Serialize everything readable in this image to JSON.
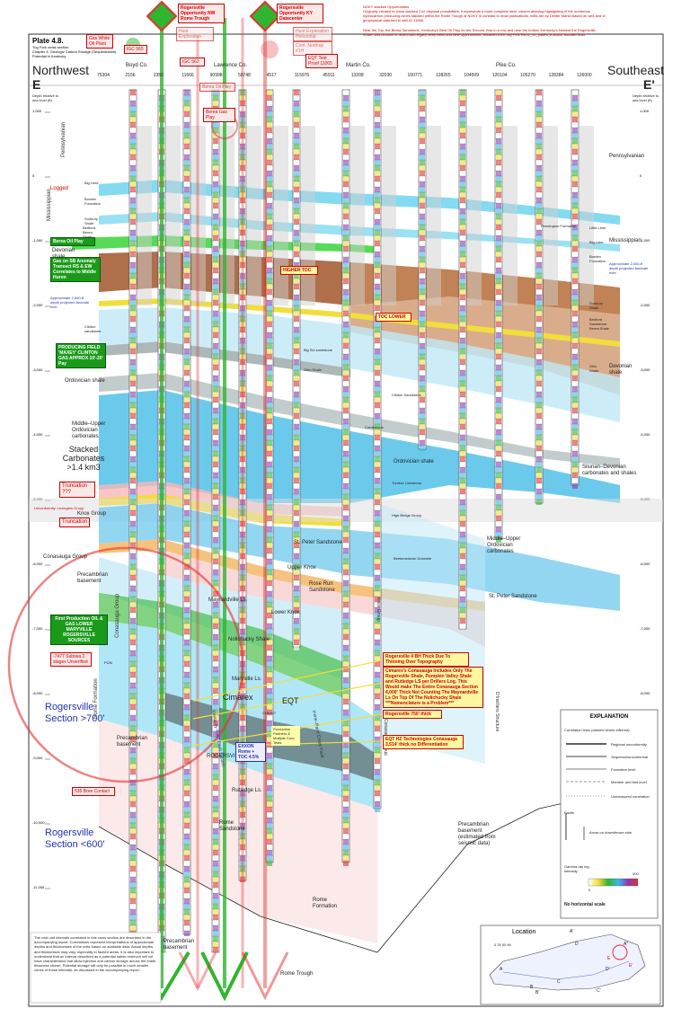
{
  "plate": {
    "title": "Plate 4.8.",
    "subtitle": "Tug Fork cross section.",
    "chapter": "Chapter 4: Geologic Carbon Storage (Sequestration) Potential in Kentucky"
  },
  "ends": {
    "left_dir": "Northwest",
    "left_letter": "E",
    "right_dir": "Southeast",
    "right_letter": "E'"
  },
  "depth_label": "Depth relative to sea level (ft)",
  "counties": [
    "Boyd Co.",
    "Lawrence Co.",
    "Martin Co.",
    "Pike Co."
  ],
  "well_ids": [
    "75304",
    "2156",
    "2350",
    "11666",
    "90998",
    "58748",
    "4517",
    "115976",
    "45911",
    "13208",
    "32030",
    "100771",
    "128265",
    "104509",
    "120104",
    "105270",
    "128384",
    "126000"
  ],
  "depth_ticks_left": [
    "1,000",
    "0",
    "-1,000",
    "-2,000",
    "-3,000",
    "-4,000",
    "-5,000",
    "-6,000",
    "-7,000",
    "-8,000",
    "-9,000",
    "-10,000",
    "-11,000"
  ],
  "notes_top": {
    "title": "NGKY stacked Opportunities",
    "body": "Originally created to show stacked Co2 disposal possibilities, it represents a more complete strat. column allowing highlighting of the numerous hydrocarbon producing zones stacked within the Rome Trough of NGKY in contrast to most publications. edits are by Dexter Marsh based on well and or geophysical data tied to well ID 11665.",
    "body2": "Near the Top, the Berea Sandstone, Kentucky's Best Oil Play for the Second Year in a row and near the bottom Kentucky's Newest the Rogersville Shale, and location of recent and legacy deep wells and new opportunities. Modified from Tug Fork RE21_12_plate4_8 author Michael Solis"
  },
  "callouts": {
    "opp_nw": "Rogersville Opportunity NW Rome Trough",
    "opp_ky": "Rogersville Opportunity KY Datacenter",
    "white_oil": "Gas White Oil Plant",
    "igc565": "IGC 565",
    "igc562": "IGC 562",
    "hunt": "Hunt Exploration",
    "horizontal": "Hunt Exploration Horizontal",
    "northup": "Cont. Northup #1H",
    "eqt_test": "EQT Test Proof 11065",
    "devonian_oil": "Berea Oil Play",
    "jump_gas": "Berea Gas Play",
    "devonian_shale_label": "Devonian shale",
    "gas_anomaly": "Gas on SB Anomaly Transect RS & EW Correlates to Middle Huron",
    "producing": "PRODUCING FIELD 'MAXEY' CLINTON GAS APPROX 10'-20' Pay",
    "higher_toc": "HIGHER TOC",
    "toc_lower": "TOC LOWER",
    "truncation": "Truncation ???",
    "truncation2": "Truncation",
    "paleo_label": "Unconformity: Lexington Group",
    "first_prod": "First Production OIL & GAS LOWER MARYVILLE ROGERSVILLE SOURCES",
    "subsea": "-7477 Subsea 3 stages Unverified",
    "pcm": "PCM",
    "contact": "535 Bore Contact",
    "rogersville_thick": "Rogersville 4 BH Thick Due To Thinning Over Topography",
    "cimarex_note": "Cimarex's Conasauga Includes Only The Rogersville Shale, Pumpkin Valley Shale and Rutledge LS per Drillers Log. This Would make The Entire Conasauga Section 4,000' Thick Not Counting The Maynardville Ls On Top Of The Nolichucky Shale ***Nomenclature is a Problem***",
    "rogersville_750": "Rogersville 750' thick",
    "eqt_note": "EQT HZ Technologies Conasauga 3,514' thick no Differentiation",
    "exxon": "EXXON Rome + TOC 4.5%",
    "production": "Production Partners & Multiple Core Tests",
    "ch407": "CHK407",
    "cimarex": "Cimarex",
    "eqt": "EQT"
  },
  "formations_left": {
    "pennsylvanian": "Pennsylvanian",
    "mississippian": "Mississippian",
    "ordovician_shale": "Ordovician shale",
    "mid_upper_ord": "Middle–Upper Ordovician carbonates",
    "stacked": "Stacked Carbonates >1.4 km3",
    "knox": "Knox Group",
    "conasauga": "Conasauga Group",
    "precambrian": "Precambrian basement",
    "rome": "Rome Formation",
    "logged": "Logged",
    "big_lime": "Big Lime",
    "borden": "Borden Formation",
    "sunbury": "Sunbury Shale",
    "bedford": "Bedford-Berea Shale",
    "clinton": "Clinton sandstone",
    "approx_left": "Approximate 2,500-ft depth projected beneath river"
  },
  "formations_mid": {
    "st_peter": "St. Peter Sandstone",
    "upper_knox": "Upper Knox",
    "rose_run": "Rose Run Sandstone",
    "lower_knox": "Lower Knox",
    "maynardville": "Maynardville Ls.",
    "nolichucky": "Nolichucky Shale",
    "maryville": "Maryville Ls.",
    "rogersville_shale": "ROGERSVILLE SHALE",
    "rutledge": "Rutledge Ls.",
    "rome_ss": "Rome Sandstone",
    "rome_form": "Rome Formation",
    "precambrian_bottom": "Precambrian basement",
    "rome_trough": "Rome Trough",
    "kentucky_river": "Kentucky River Fault System",
    "irvine_paint": "Irvine–Paint Creek Fault",
    "d_fault": "D'Invilliers Structure",
    "ordovician_shale_mid": "Ordovician shale",
    "trenton": "Trenton Limestone",
    "clinton_mid": "Clinton Sandstone",
    "high_bridge": "High Bridge Group",
    "beekmantown": "Beekmantown Dolomite",
    "knox_group_mid": "Knox Group",
    "conasauga_mid": "Conasauga Group",
    "corniferous": "Corniferous",
    "ohio_shale": "Ohio Shale",
    "big_six": "Big Six sandstone"
  },
  "formations_right": {
    "pennsylvanian": "Pennsylvanian",
    "mississippian": "Mississippian",
    "devonian_shale": "Devonian shale",
    "silurian": "Silurian–Devonian carbonates and shales",
    "mid_upper_ord": "Middle–Upper Ordovician carbonates",
    "st_peter": "St. Peter Sandstone",
    "precambrian": "Precambrian basement (estimated from seismic data)",
    "approx_right": "Approximate 2,000-ft depth projected beneath river",
    "pennington": "Pennington Formation",
    "little_lime": "Little Lime",
    "big_lime": "Big Lime",
    "borden": "Borden Formation",
    "sunbury": "Sunbury Shale",
    "bedford": "Bedford Sandstone Berea Shale",
    "ohio": "Ohio Shale"
  },
  "rogersville_big": [
    "Rogersville Section >700'",
    "Rogersville Section <600'"
  ],
  "explanation": {
    "title": "EXPLANATION",
    "corr": "Correlation lines (dashed where inferred):",
    "rows": [
      "Regional unconformity",
      "Sequence/unconformal",
      "Formation level",
      "Member and bed level",
      "Unmeasured correlation"
    ],
    "faults": "Faults",
    "arrow": "Arrow on downthrown side",
    "gamma": "Gamma-ray log intensity",
    "g_min": "0",
    "g_max": "400",
    "nohz": "No horizontal scale"
  },
  "bottom_note": "The rock unit intervals correlated in this cross section are described in the accompanying report. Correlations represent interpretations of approximate depths and thicknesses of the units based on available data. Actual depths and thicknesses may vary, especially in faulted areas. It is also important to understand that an interval described as a potential saline reservoir will not have characteristics that allow injection and carbon storage across the entire thickness shown. Potential storage will only be possible in much smaller zones of those intervals, as discussed in the accompanying report.",
  "location": {
    "title": "Location",
    "scale": "0 25 50 Mi",
    "letters": [
      "A",
      "A'",
      "B",
      "B'",
      "C",
      "C'",
      "D",
      "D'",
      "E",
      "E'",
      "A''"
    ]
  },
  "colors": {
    "cyan": "#6fd3ee",
    "brown": "#a0562a",
    "green": "#2fb52f",
    "yellow": "#f2de3a",
    "orange": "#f4b868",
    "gray": "#7a8a8a",
    "pink": "#f7b8b8",
    "red": "#e23030",
    "lightblue": "#bfe8f6"
  }
}
